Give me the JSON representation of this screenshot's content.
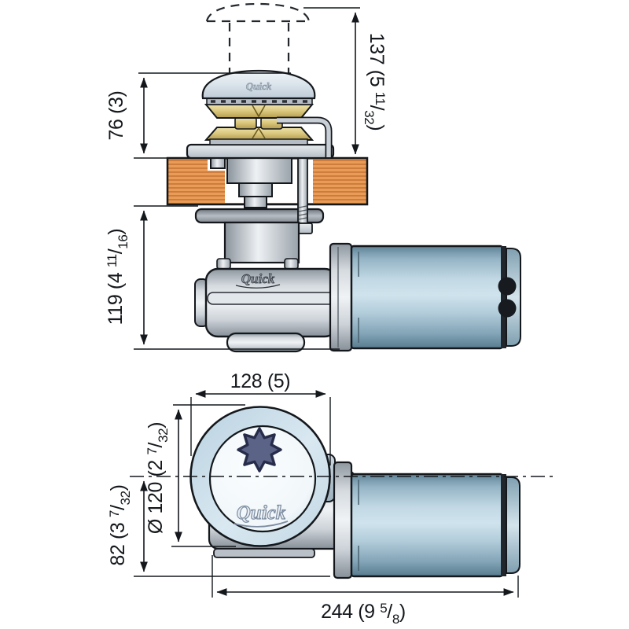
{
  "drawing": {
    "type": "technical-dimension-drawing",
    "subject": "vertical windlass with gypsy and motor-gearbox, side elevation and plan view"
  },
  "brand": {
    "logo_text": "Quick"
  },
  "dimensions": {
    "overall_height": {
      "label": "137 (5 11/32)",
      "pre": "137 (5 ",
      "num": "11",
      "slash": "/",
      "den": "32",
      "post": ")"
    },
    "above_deck": {
      "label": "76 (3)"
    },
    "below_deck": {
      "label": "119 (4 11/16)",
      "pre": "119 (4 ",
      "num": "11",
      "slash": "/",
      "den": "16",
      "post": ")"
    },
    "drum_width": {
      "label": "128 (5)"
    },
    "drum_diameter": {
      "label": "Ø 120 (2 7/32)",
      "pre": "Ø 120 (2 ",
      "num": "7",
      "slash": "/",
      "den": "32",
      "post": ")"
    },
    "center_to_bottom": {
      "label": "82 (3 7/32)",
      "pre": "82 (3 ",
      "num": "7",
      "slash": "/",
      "den": "32",
      "post": ")"
    },
    "overall_length": {
      "label": "244 (9 5/8)",
      "pre": "244 (9 ",
      "num": "5",
      "slash": "/",
      "den": "8",
      "post": ")"
    }
  },
  "colors": {
    "outline": "#14181c",
    "deck_wood": "#e89c55",
    "deck_wood_stripe": "#c9773a",
    "gypsy_gold": "#d9c67c",
    "motor_blue": "#aecbdb",
    "star_socket": "#5b6386",
    "metal_light": "#e9edf0",
    "dimension_text": "#14181c"
  }
}
